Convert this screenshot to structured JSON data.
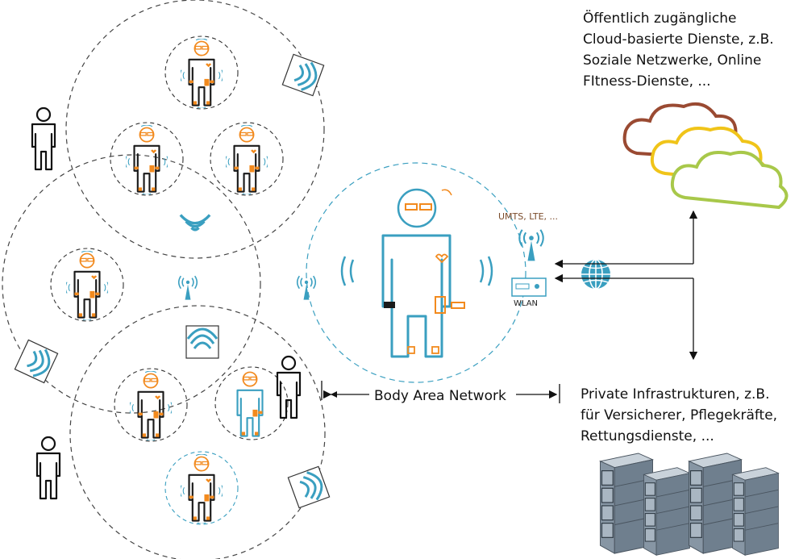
{
  "cloud_services": {
    "lines": [
      "Öffentlich zugängliche",
      "Cloud-basierte Dienste, z.B.",
      "Soziale Netzwerke, Online",
      "FItness-Dienste, ..."
    ]
  },
  "private_infrastructure": {
    "lines": [
      "Private Infrastrukturen, z.B.",
      "für Versicherer, Pflegekräfte,",
      "Rettungsdienste, ..."
    ]
  },
  "body_area_network": {
    "label": "Body Area Network"
  },
  "gateway": {
    "mobile_label": "UMTS, LTE, ...",
    "wlan_label": "WLAN"
  },
  "colors": {
    "figure_orange": "#f28a1e",
    "figure_black": "#1a1a1a",
    "network_blue": "#3a9fc0",
    "cloud_brown": "#9a4a32",
    "cloud_yellow": "#f0c419",
    "cloud_green": "#a8c84a",
    "server_grey": "#7a8a9a"
  },
  "icons": [
    "person-icon",
    "wearable-sensor-person-icon",
    "wifi-signal-icon",
    "antenna-icon",
    "globe-icon",
    "router-icon",
    "cloud-icon",
    "server-rack-icon"
  ]
}
